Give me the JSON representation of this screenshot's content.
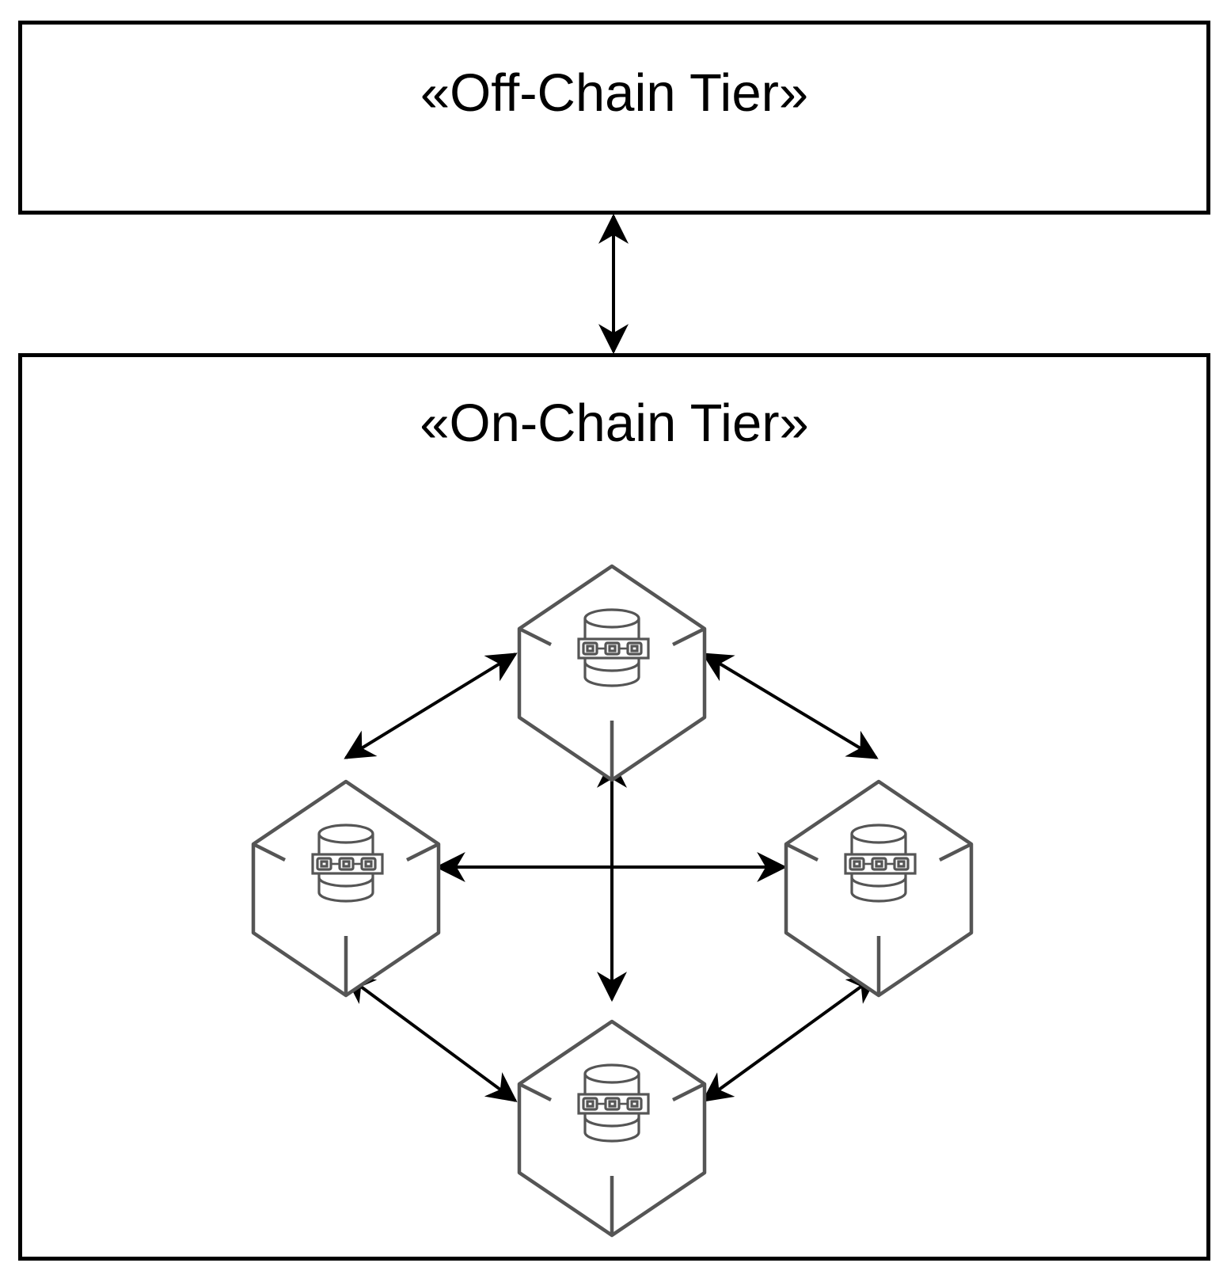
{
  "tiers": {
    "off_chain": {
      "label": "«Off-Chain Tier»"
    },
    "on_chain": {
      "label": "«On-Chain Tier»"
    }
  },
  "nodes": [
    {
      "id": "node-top",
      "icon": "blockchain-database-icon"
    },
    {
      "id": "node-left",
      "icon": "blockchain-database-icon"
    },
    {
      "id": "node-right",
      "icon": "blockchain-database-icon"
    },
    {
      "id": "node-bottom",
      "icon": "blockchain-database-icon"
    }
  ],
  "connections": [
    {
      "from": "off-chain-tier",
      "to": "on-chain-tier",
      "direction": "bidirectional"
    },
    {
      "from": "node-top",
      "to": "node-left",
      "direction": "bidirectional"
    },
    {
      "from": "node-top",
      "to": "node-right",
      "direction": "bidirectional"
    },
    {
      "from": "node-left",
      "to": "node-bottom",
      "direction": "bidirectional"
    },
    {
      "from": "node-right",
      "to": "node-bottom",
      "direction": "bidirectional"
    },
    {
      "from": "node-left",
      "to": "node-right",
      "direction": "bidirectional"
    },
    {
      "from": "node-top",
      "to": "node-bottom",
      "direction": "bidirectional"
    }
  ],
  "colors": {
    "border": "#000000",
    "node_stroke": "#555555",
    "arrow": "#000000",
    "background": "#ffffff"
  }
}
